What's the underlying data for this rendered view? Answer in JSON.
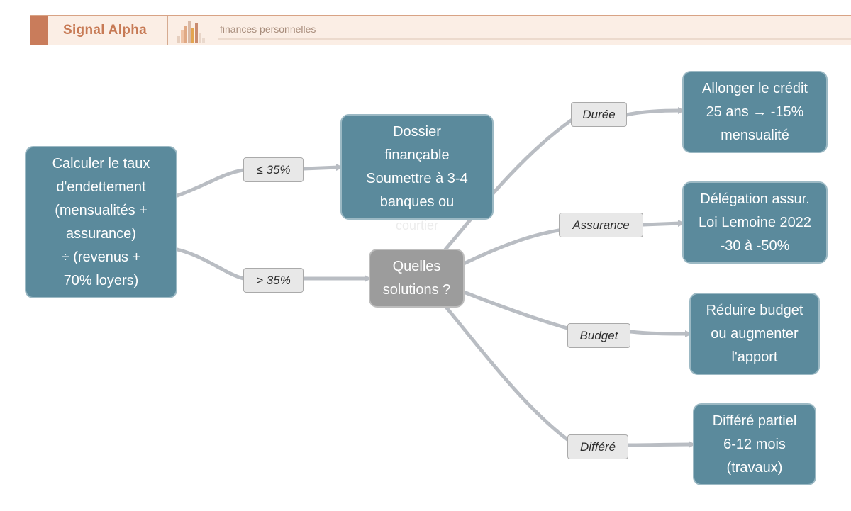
{
  "header": {
    "brand": "Signal Alpha",
    "subtitle": "finances personnelles"
  },
  "colors": {
    "node_fill": "#5b8a9c",
    "node_grey": "#9c9c9c",
    "edge": "#b9bdc3",
    "brand": "#c77a55"
  },
  "nodes": {
    "calc": {
      "lines": [
        "Calculer le taux",
        "d'endettement",
        "(mensualités +",
        "assurance)",
        "÷ (revenus +",
        "70% loyers)"
      ]
    },
    "dossier": {
      "lines": [
        "Dossier",
        "finançable",
        "Soumettre à 3-4",
        "banques ou"
      ],
      "overflow": "courtier"
    },
    "solutions": {
      "lines": [
        "Quelles",
        "solutions ?"
      ]
    },
    "allonger": {
      "lines": [
        "Allonger le crédit",
        "25 ans → -15%",
        "mensualité"
      ]
    },
    "delegation": {
      "lines": [
        "Délégation assur.",
        "Loi Lemoine 2022",
        "-30 à -50%"
      ]
    },
    "reduire": {
      "lines": [
        "Réduire budget",
        "ou augmenter",
        "l'apport"
      ]
    },
    "differe": {
      "lines": [
        "Différé partiel",
        "6-12 mois",
        "(travaux)"
      ]
    }
  },
  "edge_labels": {
    "le35": "≤ 35%",
    "gt35": "> 35%",
    "duree": "Durée",
    "assurance": "Assurance",
    "budget": "Budget",
    "differe": "Différé"
  }
}
